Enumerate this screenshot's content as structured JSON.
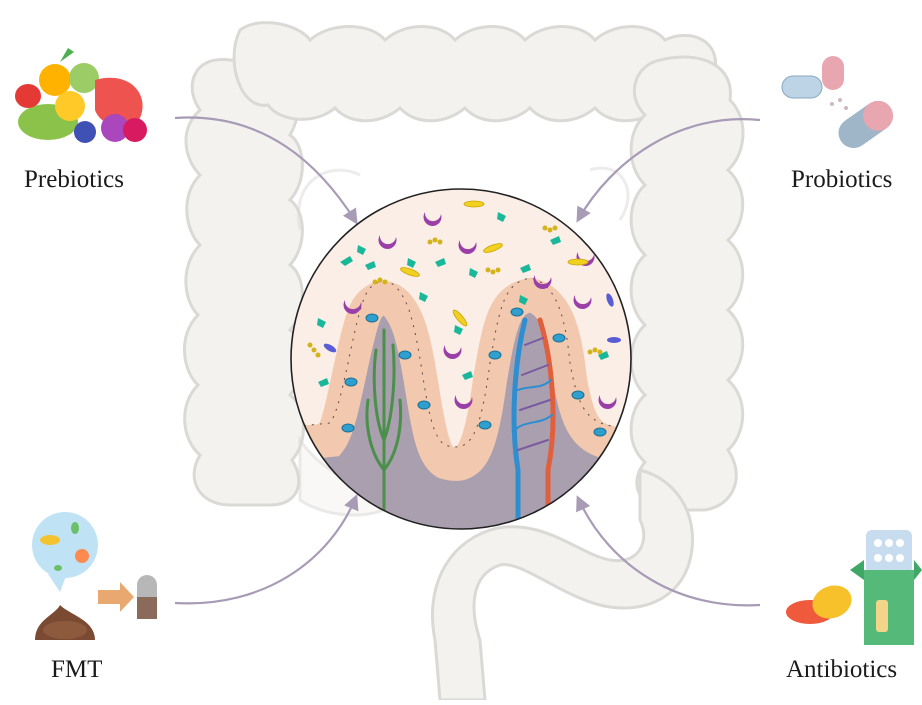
{
  "labels": {
    "prebiotics": "Prebiotics",
    "probiotics": "Probiotics",
    "fmt": "FMT",
    "antibiotics": "Antibiotics"
  },
  "colors": {
    "intestine_fill": "#f3f2ef",
    "intestine_stroke": "#dad8d4",
    "arrow": "#a89bb6",
    "lumen": "#fbeee6",
    "tissue": "#a99fae",
    "epithelium": "#f2c9ae",
    "goblet": "#2f9fcf",
    "lacteal": "#4a8f4a",
    "vein": "#2e8ed0",
    "artery": "#e0603e",
    "bacteria_purple": "#9b3fa8",
    "bacteria_teal": "#19b89a",
    "bacteria_yellow": "#f0d020",
    "bacteria_blue": "#5a5cd6"
  },
  "icons": {
    "prebiotics": "fruits-vegetables-icon",
    "probiotics": "capsules-icon",
    "fmt": "stool-to-capsule-icon",
    "antibiotics": "pills-box-icon"
  }
}
